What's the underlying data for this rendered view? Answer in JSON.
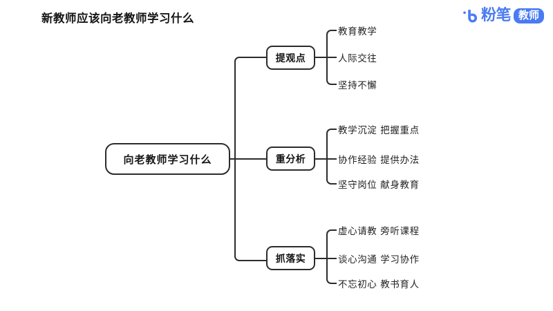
{
  "page": {
    "title": "新教师应该向老教师学习什么",
    "background_color": "#ffffff"
  },
  "logo": {
    "mark_name": "fenbi-bird-mark",
    "word": "粉笔",
    "badge": "教师",
    "brand_color": "#4a7bf2",
    "badge_text_color": "#ffffff"
  },
  "mindmap": {
    "root": {
      "label": "向老教师学习什么"
    },
    "branches": [
      {
        "label": "提观点",
        "leaves": [
          "教育教学",
          "人际交往",
          "坚持不懈"
        ]
      },
      {
        "label": "重分析",
        "leaves": [
          "教学沉淀 把握重点",
          "协作经验 提供办法",
          "坚守岗位 献身教育"
        ]
      },
      {
        "label": "抓落实",
        "leaves": [
          "虚心请教 旁听课程",
          "谈心沟通 学习协作",
          "不忘初心 教书育人"
        ]
      }
    ],
    "line_color": "#2b2b2b",
    "node_fill": "#ffffff"
  }
}
